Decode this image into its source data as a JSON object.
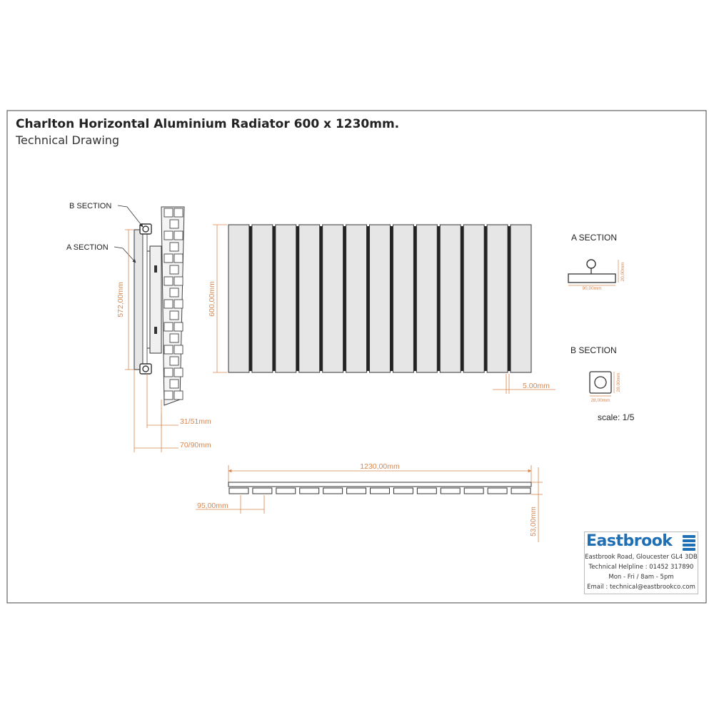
{
  "header": {
    "title": "Charlton Horizontal Aluminium Radiator 600 x 1230mm.",
    "subtitle": "Technical Drawing"
  },
  "side_view": {
    "b_section_label": "B SECTION",
    "a_section_label": "A SECTION",
    "height_dim": "572,00mm",
    "wall_gap_dim": "31/51mm",
    "depth_dim": "70/90mm"
  },
  "front_view": {
    "height_dim": "600,00mm",
    "gap_dim": "5.00mm",
    "panel_count": 13
  },
  "top_view": {
    "width_dim": "1230,00mm",
    "pitch_dim": "95,00mm",
    "depth_dim": "53,00mm"
  },
  "a_section": {
    "label": "A SECTION",
    "width_dim": "90,00mm",
    "height_dim": "20,00mm"
  },
  "b_section": {
    "label": "B SECTION",
    "width_dim": "28,00mm",
    "height_dim": "28,00mm"
  },
  "scale": "scale: 1/5",
  "company": {
    "name": "Eastbrook",
    "address": "Eastbrook Road, Gloucester GL4 3DB",
    "helpline": "Technical Helpline : 01452 317890",
    "hours": "Mon - Fri / 8am - 5pm",
    "email": "Email : technical@eastbrookco.com",
    "brand_color": "#1f6fb5"
  },
  "colors": {
    "dimension": "#d9874f",
    "outline": "#333333",
    "panel_fill": "#e6e6e6"
  }
}
